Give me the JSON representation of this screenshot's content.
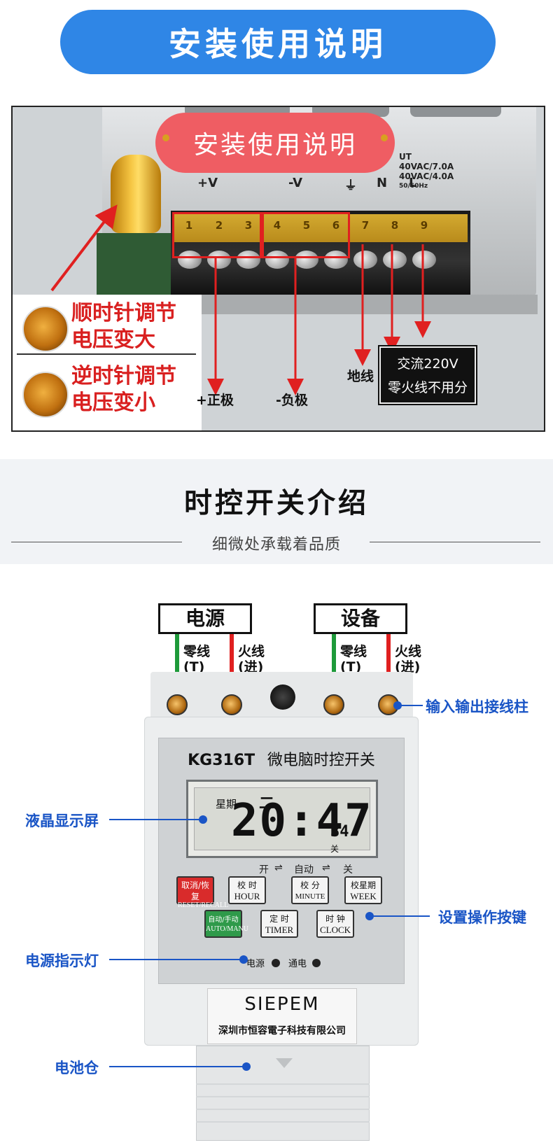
{
  "banner": {
    "title": "安装使用说明"
  },
  "photo": {
    "overlay_title": "安装使用说明",
    "terminal_groups": {
      "positive": "+V",
      "negative": "-V",
      "ground": "⏚",
      "neutral": "N",
      "live": "L"
    },
    "spec_lines": [
      "UT",
      "40VAC/7.0A",
      "40VAC/4.0A",
      "50/60Hz"
    ],
    "terminal_numbers": [
      "1",
      "2",
      "3",
      "4",
      "5",
      "6",
      "7",
      "8",
      "9"
    ],
    "clockwise": {
      "line1": "顺时针调节",
      "line2": "电压变大"
    },
    "counterclockwise": {
      "line1": "逆时针调节",
      "line2": "电压变小"
    },
    "captions": {
      "positive": "+正极",
      "negative": "-负极",
      "ground": "地线"
    },
    "ac_box": {
      "line1": "交流220V",
      "line2": "零火线不用分"
    },
    "colors": {
      "arrow": "#e02020",
      "pill": "#ef5d63"
    }
  },
  "intro": {
    "title": "时控开关介绍",
    "subtitle": "细微处承载着品质"
  },
  "device": {
    "power_label": "电源",
    "equipment_label": "设备",
    "neutral_wire": {
      "line1": "零线",
      "line2": "(T)"
    },
    "live_wire": {
      "line1": "火线",
      "line2": "(进)"
    },
    "model": "KG316T",
    "name": "微电脑时控开关",
    "lcd": {
      "week_label": "星期",
      "week_value": "二",
      "time": "20:47",
      "seconds": "34",
      "state": "关"
    },
    "mode_line": {
      "on": "开",
      "auto": "自动",
      "off": "关",
      "arrow": "⇌"
    },
    "buttons": [
      {
        "cn": "取消/恢复",
        "en": "RESET/RECALL"
      },
      {
        "cn": "校 时",
        "en": "HOUR"
      },
      {
        "cn": "校 分",
        "en": "MINUTE"
      },
      {
        "cn": "校星期",
        "en": "WEEK"
      },
      {
        "cn": "自动/手动",
        "en": "AUTO/MANU"
      },
      {
        "cn": "定 时",
        "en": "TIMER"
      },
      {
        "cn": "时 钟",
        "en": "CLOCK"
      }
    ],
    "leds": {
      "power": "电源",
      "on": "通电"
    },
    "brand": "SIEPEM",
    "company": "深圳市恒容電子科技有限公司",
    "colors": {
      "neutral_wire": "#1e9a3a",
      "live_wire": "#e02020",
      "callout": "#1a55c6"
    }
  },
  "callouts": {
    "terminals": "输入输出接线柱",
    "lcd": "液晶显示屏",
    "buttons": "设置操作按键",
    "power_light": "电源指示灯",
    "battery": "电池仓"
  }
}
